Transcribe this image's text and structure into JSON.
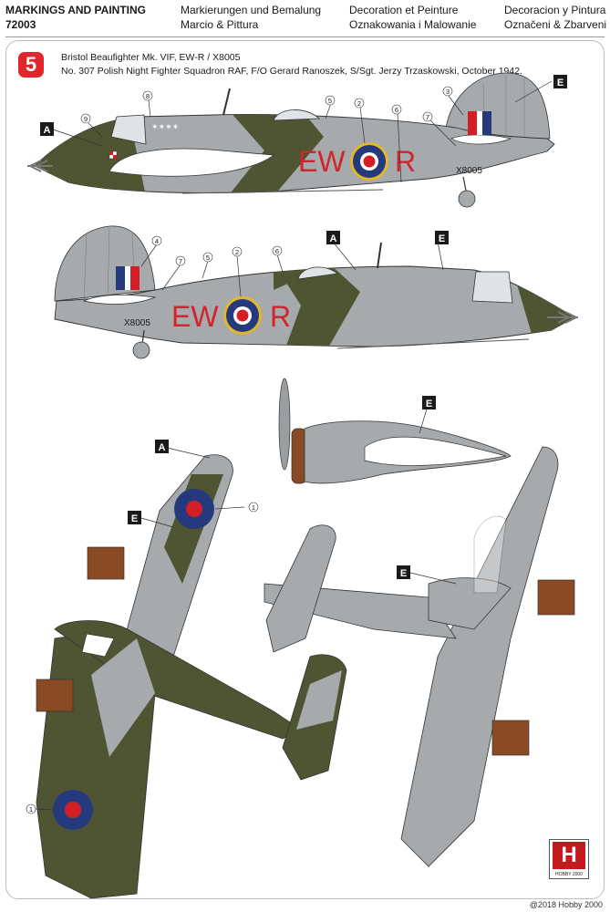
{
  "header": {
    "col1": [
      "MARKINGS AND PAINTING",
      "72003"
    ],
    "col2": [
      "Markierungen und Bemalung",
      "Marcio & Pittura"
    ],
    "col3": [
      "Decoration et Peinture",
      "Oznakowania i Malowanie"
    ],
    "col4": [
      "Decoracion y Pintura",
      "Označeni & Zbarveni"
    ]
  },
  "profile_number": "5",
  "aircraft": {
    "title": "Bristol Beaufighter Mk. VIF, EW-R / X8005",
    "description": "No. 307 Polish Night Fighter Squadron RAF, F/O Gerard Ranoszek, S/Sgt. Jerzy Trzaskowski, October 1942.",
    "code_left": "EW",
    "code_right": "R",
    "serial": "X8005"
  },
  "callouts": {
    "A": "A",
    "E": "E",
    "n1": "1",
    "n2": "2",
    "n3": "3",
    "n4": "4",
    "n5": "5",
    "n6": "6",
    "n7": "7",
    "n8": "8",
    "n9": "9"
  },
  "colors": {
    "grey": "#a6aaad",
    "green": "#4f5532",
    "roundel_blue": "#253a7d",
    "roundel_red": "#d21f26",
    "roundel_yellow": "#e2b72b",
    "code_red": "#d0252b",
    "prop_brown": "#8a4a24"
  },
  "logo": {
    "letter": "H",
    "text": "HOBBY 2000"
  },
  "copyright": "@2018 Hobby 2000"
}
